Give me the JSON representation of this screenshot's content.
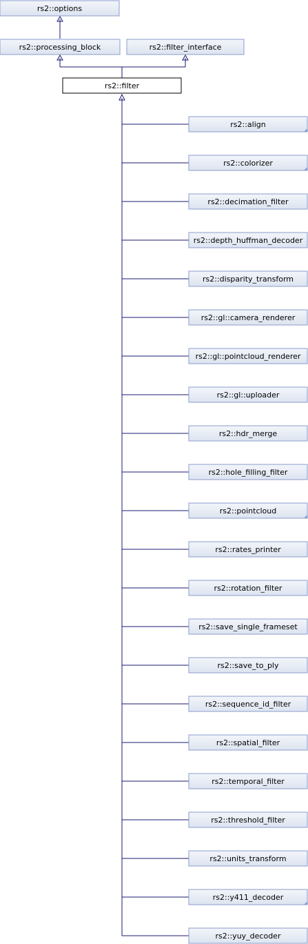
{
  "diagram": {
    "colors": {
      "edge": "#191970",
      "node_fill_top": "#f3f5fa",
      "node_fill_bottom": "#dde4f0",
      "node_border": "#8a9ccc",
      "focus_fill": "#ffffff",
      "focus_border": "#000000",
      "more_marker": "#8a9ccc"
    },
    "nodes": {
      "options": "rs2::options",
      "processing_block": "rs2::processing_block",
      "filter_interface": "rs2::filter_interface",
      "filter": "rs2::filter"
    },
    "derived": [
      {
        "label": "rs2::align",
        "has_more": true
      },
      {
        "label": "rs2::colorizer",
        "has_more": true
      },
      {
        "label": "rs2::decimation_filter",
        "has_more": false
      },
      {
        "label": "rs2::depth_huffman_decoder",
        "has_more": false
      },
      {
        "label": "rs2::disparity_transform",
        "has_more": false
      },
      {
        "label": "rs2::gl::camera_renderer",
        "has_more": false
      },
      {
        "label": "rs2::gl::pointcloud_renderer",
        "has_more": false
      },
      {
        "label": "rs2::gl::uploader",
        "has_more": false
      },
      {
        "label": "rs2::hdr_merge",
        "has_more": false
      },
      {
        "label": "rs2::hole_filling_filter",
        "has_more": false
      },
      {
        "label": "rs2::pointcloud",
        "has_more": true
      },
      {
        "label": "rs2::rates_printer",
        "has_more": false
      },
      {
        "label": "rs2::rotation_filter",
        "has_more": false
      },
      {
        "label": "rs2::save_single_frameset",
        "has_more": false
      },
      {
        "label": "rs2::save_to_ply",
        "has_more": false
      },
      {
        "label": "rs2::sequence_id_filter",
        "has_more": false
      },
      {
        "label": "rs2::spatial_filter",
        "has_more": false
      },
      {
        "label": "rs2::temporal_filter",
        "has_more": false
      },
      {
        "label": "rs2::threshold_filter",
        "has_more": false
      },
      {
        "label": "rs2::units_transform",
        "has_more": false
      },
      {
        "label": "rs2::y411_decoder",
        "has_more": true
      },
      {
        "label": "rs2::yuy_decoder",
        "has_more": false
      }
    ]
  }
}
